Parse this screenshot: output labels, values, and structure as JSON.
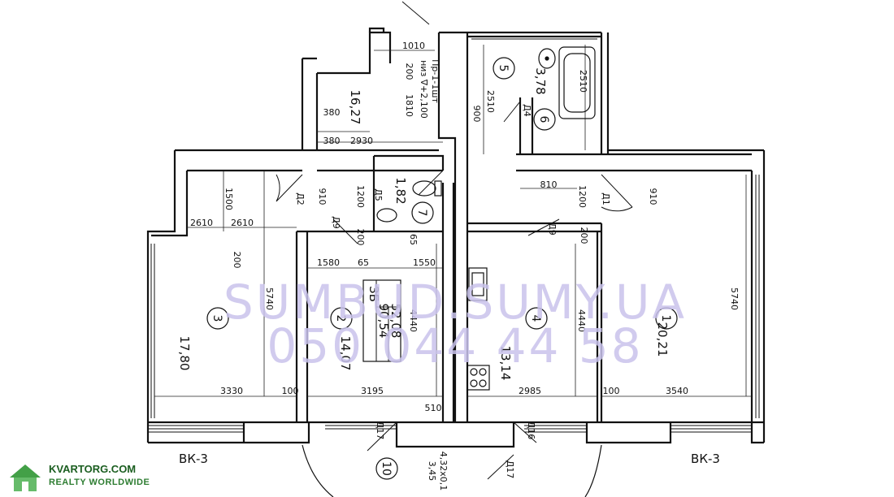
{
  "plan": {
    "rooms": [
      {
        "number": "1",
        "area": "20,21"
      },
      {
        "number": "2",
        "area": "14,07"
      },
      {
        "number": "3",
        "area": "17,80"
      },
      {
        "number": "4",
        "area": "13,14"
      },
      {
        "number": "5",
        "area": "3,78"
      },
      {
        "number": "6",
        "area": ""
      },
      {
        "number": "7",
        "area": "1,82"
      },
      {
        "number": "10",
        "area": ""
      }
    ],
    "corridor_area": "16,27",
    "dimensions": [
      "1010",
      "200",
      "1810",
      "380",
      "380",
      "2930",
      "1500",
      "910",
      "1200",
      "2610",
      "200",
      "200",
      "1580",
      "65",
      "1550",
      "5740",
      "4440",
      "4440",
      "5740",
      "3330",
      "100",
      "3195",
      "510",
      "2985",
      "100",
      "3540",
      "2510",
      "900",
      "2510",
      "810",
      "1200",
      "910",
      "200",
      "65"
    ],
    "doors": [
      "Д1",
      "Д2",
      "Д4",
      "Д5",
      "Д9",
      "Д9",
      "Д16",
      "Д17",
      "Д17"
    ],
    "summary": {
      "label": "ЗБ",
      "living": "52,08",
      "total": "90,54"
    },
    "note": {
      "line1": "Пр-1-1шт",
      "line2": "низ ∇+2,100"
    },
    "balcony_height": {
      "line1": "4,32x0,1",
      "line2": "3,45"
    },
    "balconies": [
      "ВК-3",
      "ВК-3"
    ]
  },
  "watermark": {
    "line1": "SUMBUD.SUMY.UA",
    "line2": "050 044 44 58"
  },
  "logo": {
    "name": "KVARTORG.COM",
    "tagline": "REALTY WORLDWIDE"
  },
  "colors": {
    "walls": "#111111",
    "watermark": "#c9c3ec",
    "logo_green": "#2e7d32"
  }
}
